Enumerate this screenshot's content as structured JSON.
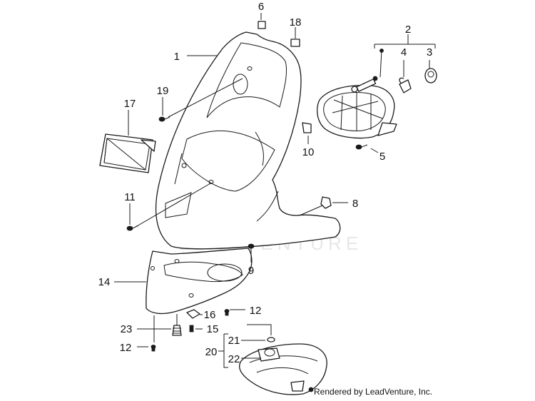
{
  "watermark": "LEADVENTURE",
  "credit": "Rendered by LeadVenture, Inc.",
  "callouts": {
    "c1": "1",
    "c2": "2",
    "c3": "3",
    "c4": "4",
    "c5": "5",
    "c6": "6",
    "c8": "8",
    "c9": "9",
    "c10": "10",
    "c11": "11",
    "c12a": "12",
    "c12b": "12",
    "c14": "14",
    "c15": "15",
    "c16": "16",
    "c17": "17",
    "c18": "18",
    "c19": "19",
    "c20": "20",
    "c21": "21",
    "c22": "22",
    "c23": "23"
  }
}
